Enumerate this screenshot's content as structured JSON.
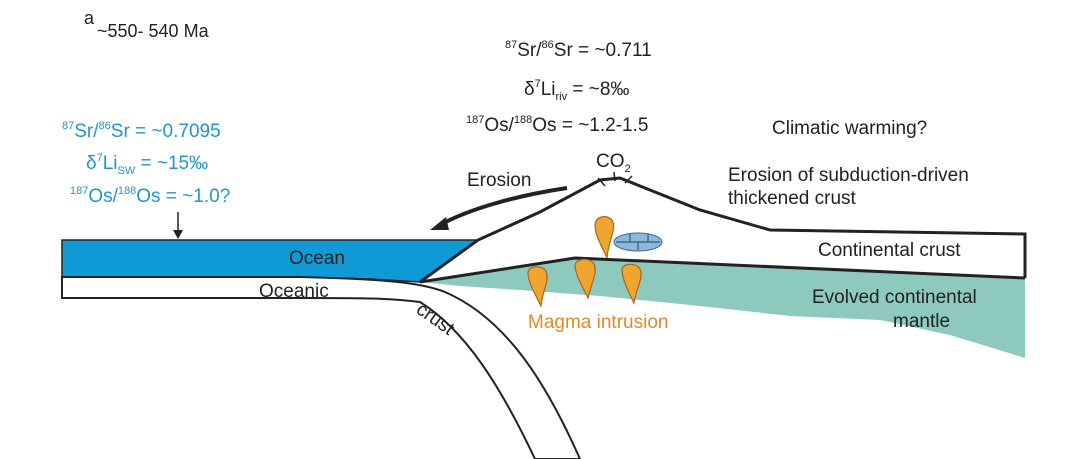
{
  "panel": {
    "label": "a",
    "age": "~550- 540 Ma"
  },
  "seawater": {
    "sr_label": "Sr/",
    "sr_sup1": "87",
    "sr_sup2": "86",
    "sr_value": "Sr = ~0.7095",
    "li_prefix": "δ",
    "li_sup": "7",
    "li_main": "Li",
    "li_sub": "SW",
    "li_value": " = ~15‰",
    "os_sup1": "187",
    "os_label": "Os/",
    "os_sup2": "188",
    "os_value": "Os = ~1.0?"
  },
  "river": {
    "sr_sup1": "87",
    "sr_label": "Sr/",
    "sr_sup2": "86",
    "sr_value": "Sr = ~0.711",
    "li_prefix": "δ",
    "li_sup": "7",
    "li_main": "Li",
    "li_sub": "riv",
    "li_value": " = ~8‰",
    "os_sup1": "187",
    "os_label": "Os/",
    "os_sup2": "188",
    "os_value": "Os = ~1.2-1.5"
  },
  "labels": {
    "climatic": "Climatic warming?",
    "erosion_crust_1": "Erosion of subduction-driven",
    "erosion_crust_2": "thickened crust",
    "erosion": "Erosion",
    "co2_main": "CO",
    "co2_sub": "2",
    "ocean": "Ocean",
    "oceanic": "Oceanic",
    "crust": "crust",
    "continental_crust": "Continental crust",
    "mantle_1": "Evolved continental",
    "mantle_2": "mantle",
    "magma": "Magma intrusion"
  },
  "colors": {
    "ocean": "#0f9ad6",
    "mantle": "#8ec9bd",
    "magma": "#f0a530",
    "magma_stroke": "#a8651a",
    "limestone": "#8fb8d8",
    "seawater_text": "#2196c9",
    "magma_text": "#e08a2e"
  }
}
